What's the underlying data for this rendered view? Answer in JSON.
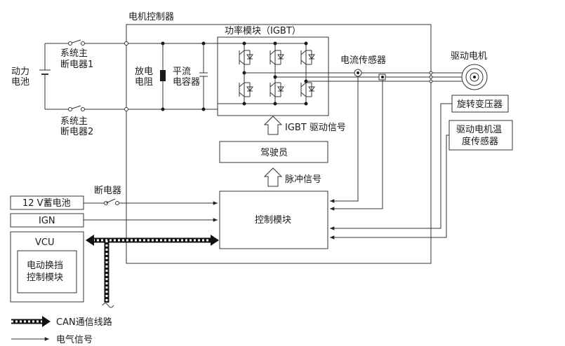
{
  "labels": {
    "controller": "电机控制器",
    "igbt_module": "功率模块（IGBT）",
    "current_sensor": "电流传感器",
    "drive_motor": "驱动电机",
    "battery": [
      "动力",
      "电池"
    ],
    "breaker1": [
      "系统主",
      "断电器1"
    ],
    "breaker2": [
      "系统主",
      "断电器2"
    ],
    "discharge_resistor": [
      "放电",
      "电阻"
    ],
    "smoothing_capacitor": [
      "平流",
      "电容器"
    ],
    "resolver": "旋转变压器",
    "temp_sensor": [
      "驱动电机温",
      "度传感器"
    ],
    "igbt_signal": "IGBT 驱动信号",
    "driver": "驾驶员",
    "pulse_signal": "脉冲信号",
    "breaker": "断电器",
    "battery_12v": "12 V蓄电池",
    "ign": "IGN",
    "vcu": "VCU",
    "shift_module": [
      "电动换挡",
      "控制模块"
    ],
    "control_module": "控制模块"
  },
  "legend": {
    "can": "CAN通信线路",
    "signal": "电气信号"
  }
}
